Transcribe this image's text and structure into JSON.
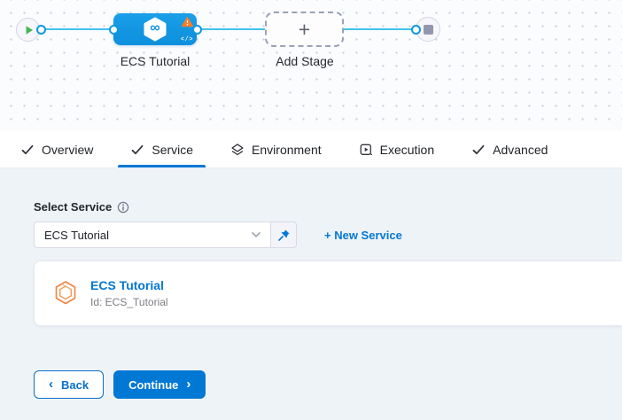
{
  "pipeline": {
    "stage_label": "ECS Tutorial",
    "add_stage_label": "Add Stage",
    "icons": {
      "plus": "+",
      "code": "</>",
      "infinity": "∞"
    }
  },
  "tabs": {
    "overview": "Overview",
    "service": "Service",
    "environment": "Environment",
    "execution": "Execution",
    "advanced": "Advanced"
  },
  "service_panel": {
    "select_label": "Select Service",
    "selected_service": "ECS Tutorial",
    "new_service": "+ New Service",
    "card": {
      "title": "ECS Tutorial",
      "id": "Id: ECS_Tutorial"
    }
  },
  "footer": {
    "back": "Back",
    "continue": "Continue",
    "back_chevron": "‹",
    "continue_chevron": "›"
  },
  "colors": {
    "primary": "#0278d5",
    "stage_node": "#1095e3",
    "edge": "#45c1eb",
    "warning": "#ff7b26",
    "start_play": "#45b754",
    "end_square": "#9496ae"
  }
}
